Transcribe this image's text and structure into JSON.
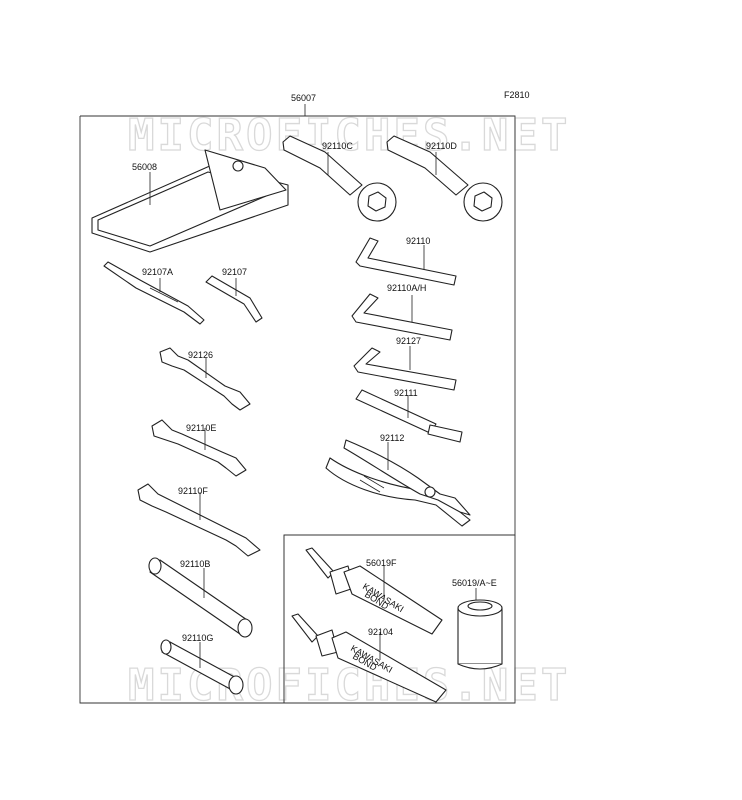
{
  "diagram": {
    "figure_code": "F2810",
    "assembly_label": "56007",
    "watermark": "MICROFICHES.NET",
    "parts": [
      {
        "id": "56008"
      },
      {
        "id": "92110C"
      },
      {
        "id": "92110D"
      },
      {
        "id": "92110"
      },
      {
        "id": "92110A/H"
      },
      {
        "id": "92127"
      },
      {
        "id": "92111"
      },
      {
        "id": "92112"
      },
      {
        "id": "92107A"
      },
      {
        "id": "92107"
      },
      {
        "id": "92126"
      },
      {
        "id": "92110E"
      },
      {
        "id": "92110F"
      },
      {
        "id": "92110B"
      },
      {
        "id": "92110G"
      },
      {
        "id": "56019F"
      },
      {
        "id": "92104"
      },
      {
        "id": "56019/A~E"
      }
    ],
    "tube_text": [
      "KAWASAKI",
      "BOND"
    ]
  }
}
